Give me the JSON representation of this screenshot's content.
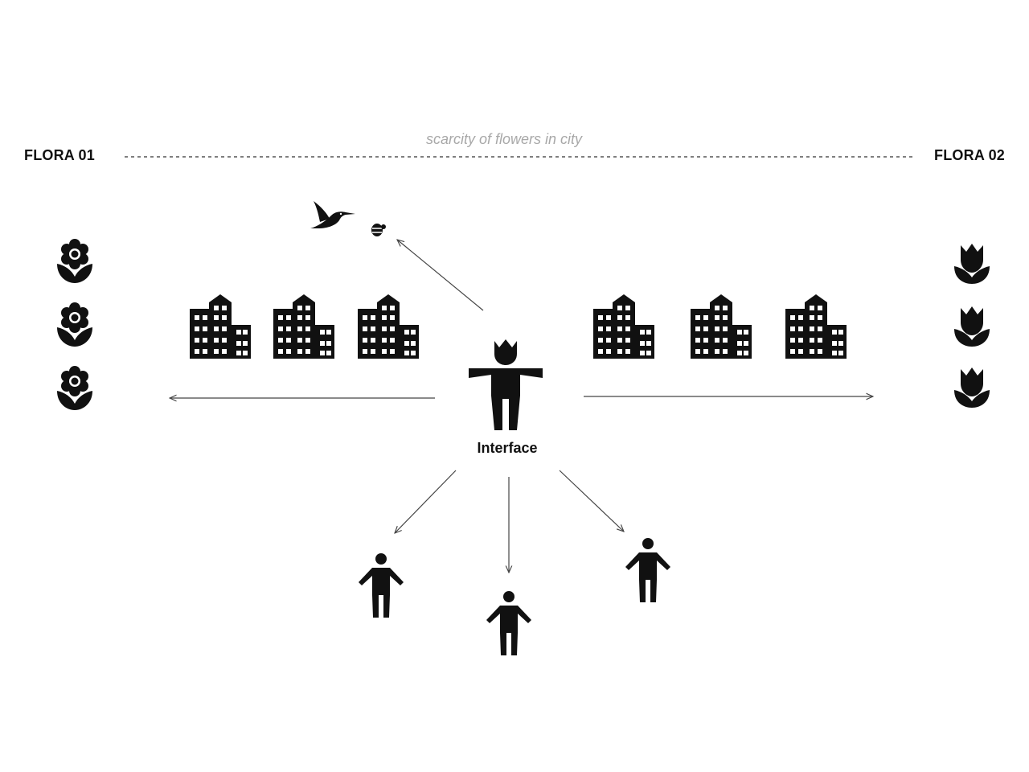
{
  "header": {
    "left_label": "FLORA 01",
    "right_label": "FLORA 02",
    "subtitle": "scarcity of flowers in city"
  },
  "center": {
    "label": "Interface"
  },
  "icons": {
    "left_flowers": [
      "flower-icon",
      "flower-icon",
      "flower-icon"
    ],
    "right_flowers": [
      "tulip-icon",
      "tulip-icon",
      "tulip-icon"
    ],
    "buildings_left": [
      "building-icon",
      "building-icon",
      "building-icon"
    ],
    "buildings_right": [
      "building-icon",
      "building-icon",
      "building-icon"
    ],
    "pollinators": [
      "hummingbird-icon",
      "bee-icon"
    ],
    "central_figure": "tulip-head-person-icon",
    "people": [
      "person-icon",
      "person-icon",
      "person-icon"
    ]
  },
  "colors": {
    "ink": "#111111",
    "subtitle": "#a8a8a8",
    "line": "#444444"
  }
}
